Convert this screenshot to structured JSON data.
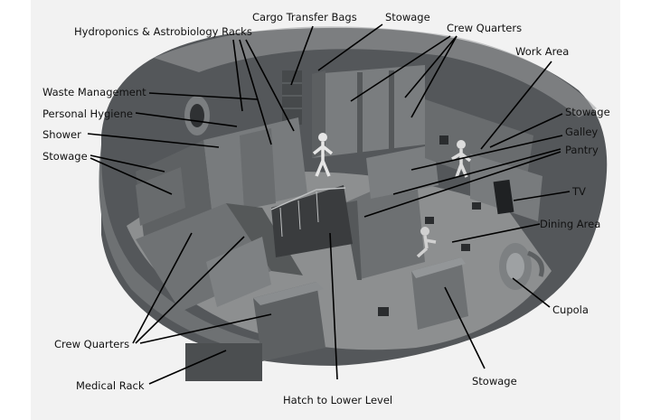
{
  "diagram": {
    "labels": {
      "cargo_transfer_bags": "Cargo Transfer Bags",
      "stowage_top": "Stowage",
      "hydroponics": "Hydroponics & Astrobiology Racks",
      "crew_quarters_top": "Crew Quarters",
      "work_area": "Work Area",
      "waste_management": "Waste Management",
      "personal_hygiene": "Personal Hygiene",
      "shower": "Shower",
      "stowage_left": "Stowage",
      "stowage_right": "Stowage",
      "galley": "Galley",
      "pantry": "Pantry",
      "tv": "TV",
      "dining_area": "Dining Area",
      "cupola": "Cupola",
      "crew_quarters_bottom": "Crew Quarters",
      "medical_rack": "Medical Rack",
      "hatch_to_lower_level": "Hatch to Lower Level",
      "stowage_bottom": "Stowage"
    },
    "colors": {
      "background": "#f1f1f1",
      "hull": "#5f6264",
      "floor": "#8a8c8d",
      "rack": "#747779",
      "rack_dark": "#5a5d5f",
      "label_text": "#111111",
      "leader_line": "#000000"
    }
  }
}
